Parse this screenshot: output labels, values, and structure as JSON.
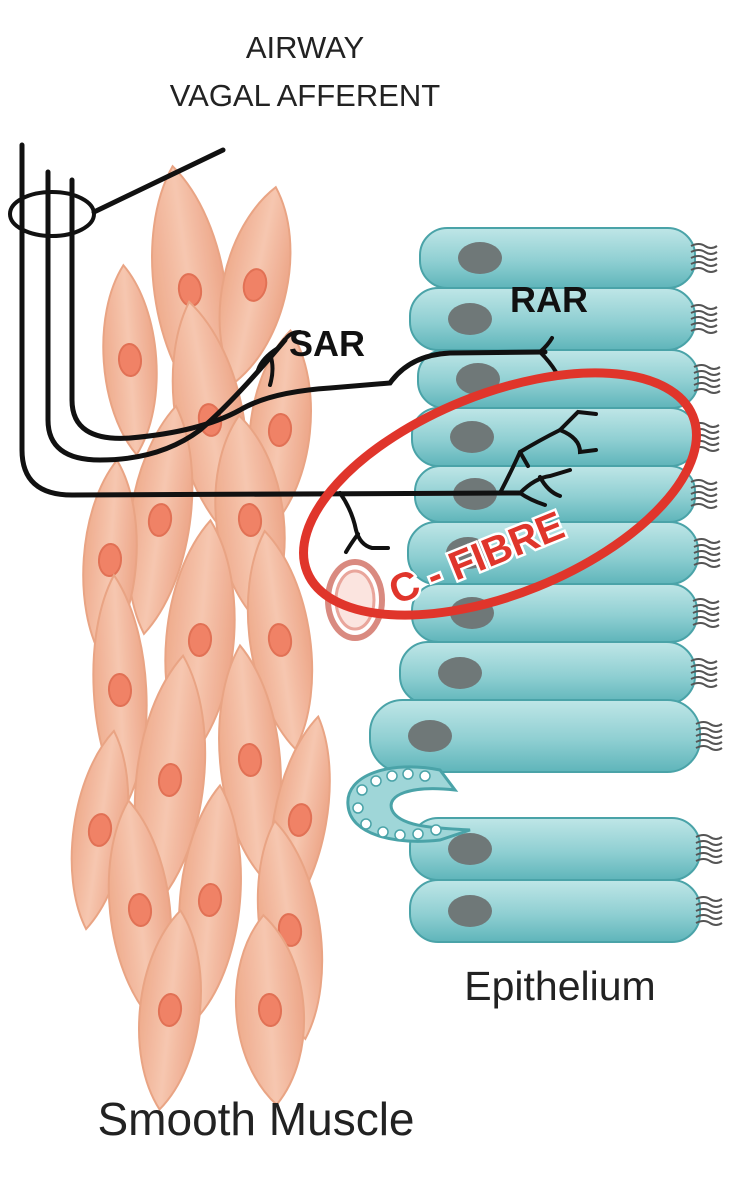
{
  "labels": {
    "title_line1": "AIRWAY",
    "title_line2": "VAGAL AFFERENT",
    "sar": "SAR",
    "rar": "RAR",
    "c_fibre": "C - FIBRE",
    "epithelium": "Epithelium",
    "smooth_muscle": "Smooth Muscle"
  },
  "colors": {
    "muscle_fill": "#f2b79c",
    "muscle_edge": "#e8a07e",
    "muscle_nucleus": "#f07c5e",
    "epithelium_fill": "#9fd6d8",
    "epithelium_edge": "#4aa3a8",
    "epithelium_nucleus": "#6f7878",
    "nerve": "#111111",
    "highlight": "#e0352b",
    "vessel": "#d98a80"
  }
}
